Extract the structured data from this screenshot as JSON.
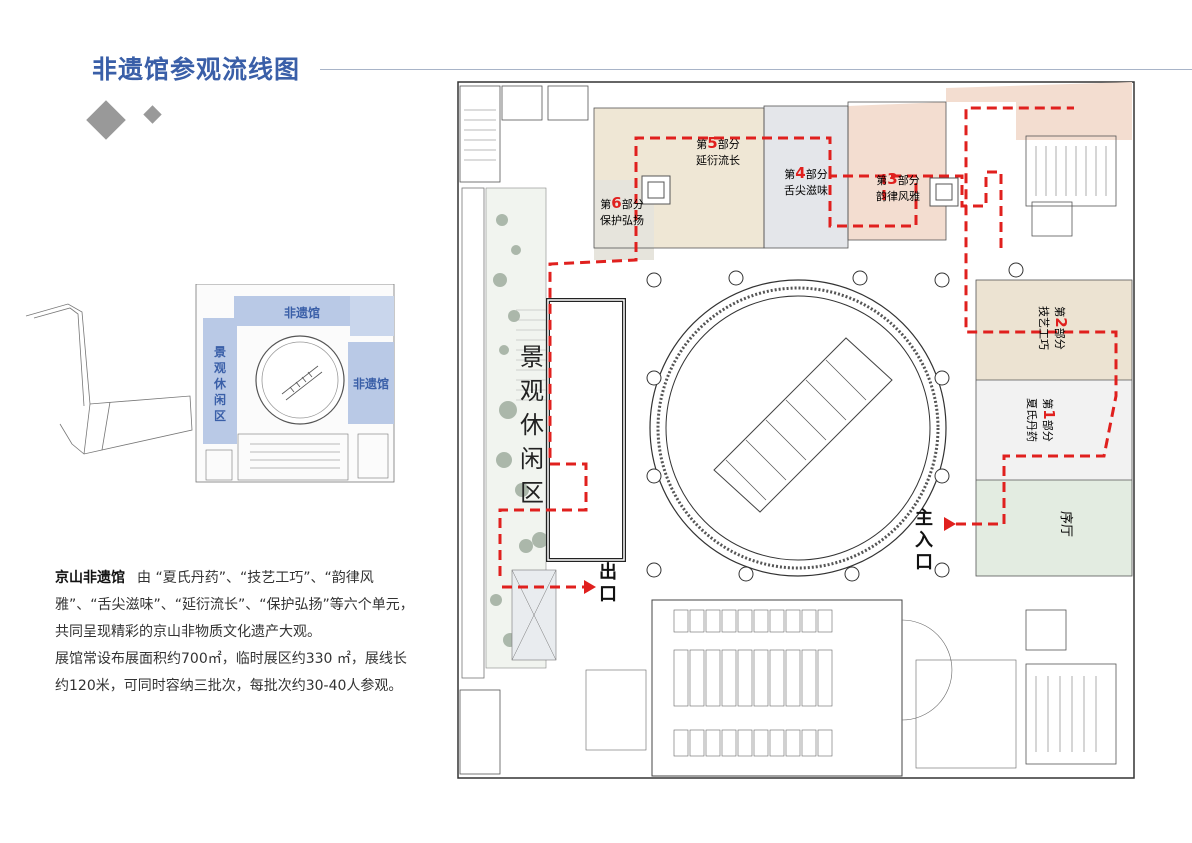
{
  "page": {
    "title": "非遗馆参观流线图"
  },
  "mini_map": {
    "zone_top": "非遗馆",
    "zone_left": "景观休闲区",
    "zone_right": "非遗馆"
  },
  "description": {
    "highlight": "京山非遗馆",
    "line1": "由 “夏氏丹药”、“技艺工巧”、“韵律风雅”、“舌尖滋味”、“延衍流长”、“保护弘扬”等六个单元，共同呈现精彩的京山非物质文化遗产大观。",
    "line2": "展馆常设布展面积约700㎡，临时展区约330 ㎡，展线长约120米，可同时容纳三批次，每批次约30-40人参观。"
  },
  "plan": {
    "sections": [
      {
        "prefix": "第",
        "num": "1",
        "suffix": "部分",
        "name": "夏氏丹药"
      },
      {
        "prefix": "第",
        "num": "2",
        "suffix": "部分",
        "name": "技艺工巧"
      },
      {
        "prefix": "第",
        "num": "3",
        "suffix": "部分",
        "name": "韵律风雅"
      },
      {
        "prefix": "第",
        "num": "4",
        "suffix": "部分",
        "name": "舌尖滋味"
      },
      {
        "prefix": "第",
        "num": "5",
        "suffix": "部分",
        "name": "延衍流长"
      },
      {
        "prefix": "第",
        "num": "6",
        "suffix": "部分",
        "name": "保护弘扬"
      }
    ],
    "landscape_area": "景观休闲区",
    "foyer": "序厅",
    "main_entrance": "主入口",
    "exit": "出口"
  },
  "colors": {
    "route": "#e0201e",
    "title": "#3a5fa8",
    "zone_blue": "#b9c9e6",
    "zone_beige": "#efe7d5",
    "zone_pink": "#f3ddd0",
    "zone_gray": "#e4e6ea",
    "zone_green": "#e3ece1"
  }
}
